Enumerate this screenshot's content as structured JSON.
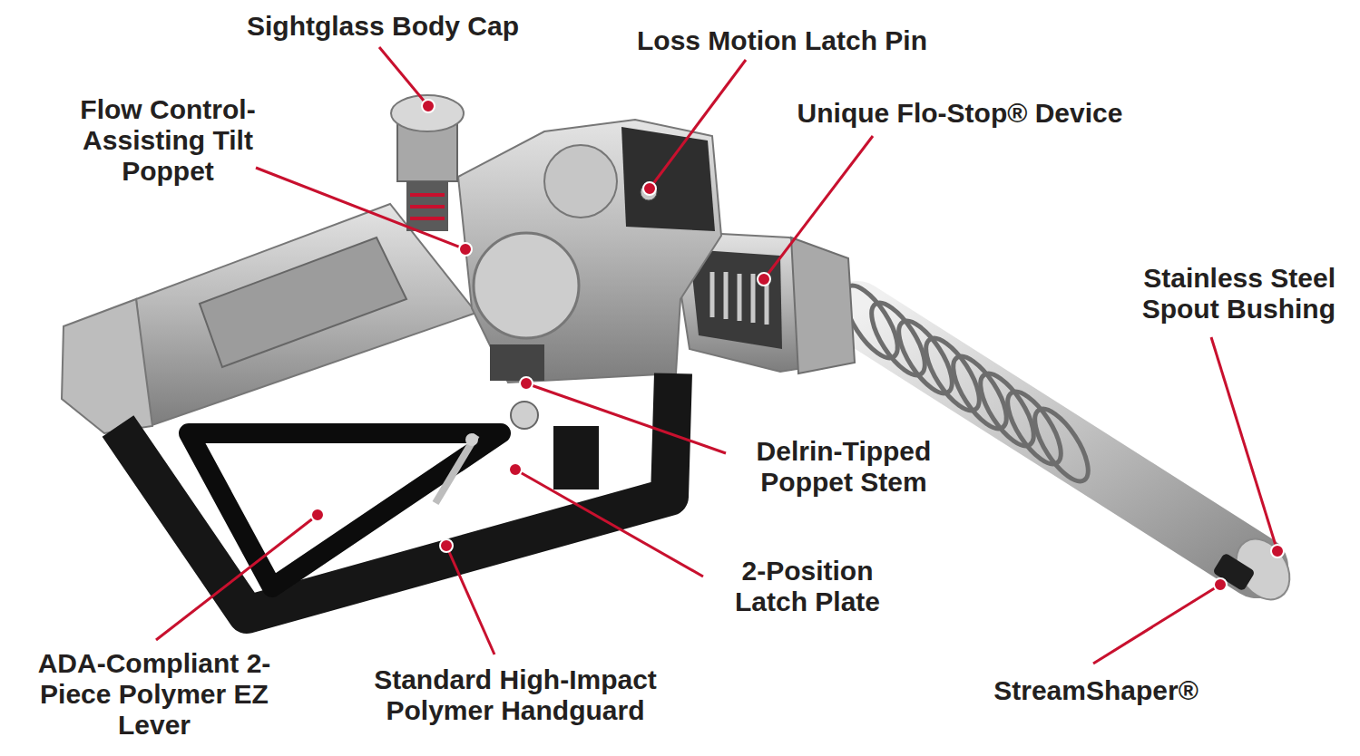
{
  "diagram": {
    "labels": [
      "Sightglass Body Cap",
      "Loss Motion Latch Pin",
      "Flow Control- Assisting Tilt Poppet",
      "Unique Flo-Stop® Device",
      "Stainless Steel Spout Bushing",
      "Delrin-Tipped Poppet Stem",
      "2-Position Latch Plate",
      "ADA-Compliant 2-Piece Polymer EZ Lever",
      "Standard High-Impact Polymer Handguard",
      "StreamShaper®"
    ]
  }
}
